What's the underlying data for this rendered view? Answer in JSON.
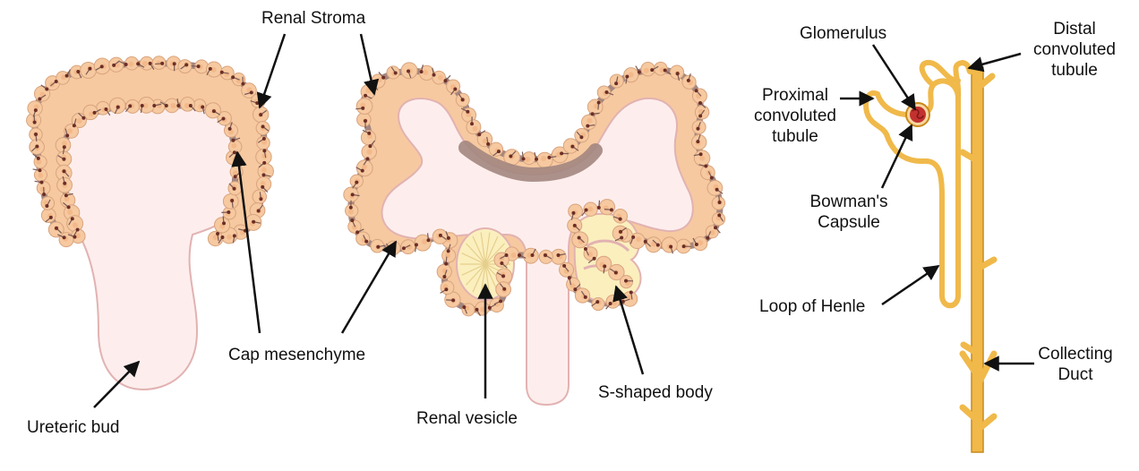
{
  "colors": {
    "stroma": "#a3867f",
    "stroma_dark": "#7a5a55",
    "stroma_nucleus": "#6b2e26",
    "mesenchyme_cell": "#f6c9a0",
    "mesenchyme_nucleus": "#f3b98a",
    "mesenchyme_outline": "#d9a47e",
    "bud_fill": "#fdeeed",
    "bud_outline": "#e2b2b2",
    "vesicle_fill": "#fbefbe",
    "vesicle_line": "#e6cf8c",
    "tubule": "#f0b94a",
    "tubule_outline": "#c98a1c",
    "glomerulus": "#c2312f",
    "arrow": "#111111"
  },
  "labels": {
    "renal_stroma": "Renal Stroma",
    "cap_mesenchyme": "Cap mesenchyme",
    "ureteric_bud": "Ureteric bud",
    "renal_vesicle": "Renal vesicle",
    "s_shaped_body": "S-shaped body",
    "glomerulus": "Glomerulus",
    "proximal": [
      "Proximal",
      "convoluted",
      "tubule"
    ],
    "distal": [
      "Distal",
      "convoluted",
      "tubule"
    ],
    "bowmans": [
      "Bowman's",
      "Capsule"
    ],
    "loop_of_henle": "Loop of Henle",
    "collecting": [
      "Collecting",
      "Duct"
    ]
  },
  "icons": {
    "pointer": "arrow-icon",
    "cell": "cell-icon"
  }
}
